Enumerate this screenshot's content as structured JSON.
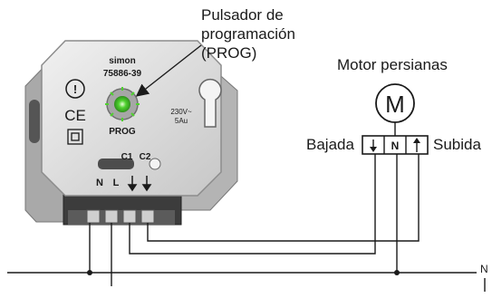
{
  "callout": {
    "line1": "Pulsador de",
    "line2": "programación",
    "line3": "(PROG)"
  },
  "device": {
    "brand": "simon",
    "model": "75886-39",
    "prog_label": "PROG",
    "voltage": "230V~",
    "current": "5Au",
    "ce_mark": "CE",
    "terminal_c1": "C1",
    "terminal_c2": "C2",
    "terminal_n": "N",
    "terminal_l": "L",
    "icons": [
      "warning-icon",
      "ce-icon",
      "double-insulation-icon",
      "led-icon",
      "arrow-down-icon"
    ]
  },
  "motor": {
    "title": "Motor persianas",
    "symbol": "M",
    "bajada": "Bajada",
    "subida": "Subida",
    "terminal_n": "N"
  },
  "wiring": {
    "neutral_label": "N"
  },
  "colors": {
    "wire": "#1a1a1a",
    "device_body": "#dcdcdc",
    "led": "#4fd22e",
    "callout_arrow": "#2f8f1c"
  }
}
